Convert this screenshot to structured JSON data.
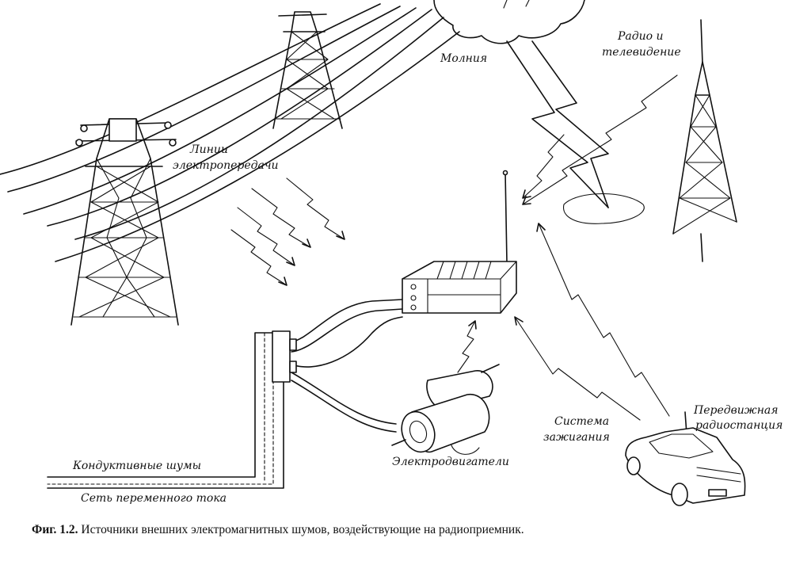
{
  "labels": {
    "lightning": "Молния",
    "radio_tv_line1": "Радио и",
    "radio_tv_line2": "телевидение",
    "power_lines_line1": "Линии",
    "power_lines_line2": "электропередачи",
    "ignition_line1": "Система",
    "ignition_line2": "зажигания",
    "mobile_station_line1": "Передвижная",
    "mobile_station_line2": "радиостанция",
    "motors": "Электродвигатели",
    "conducted_noise": "Кондуктивные шумы",
    "ac_mains": "Сеть переменного тока"
  },
  "caption": {
    "figure_number": "Фиг. 1.2.",
    "text": "Источники внешних электромагнитных шумов, воздействующие на радиоприемник."
  }
}
